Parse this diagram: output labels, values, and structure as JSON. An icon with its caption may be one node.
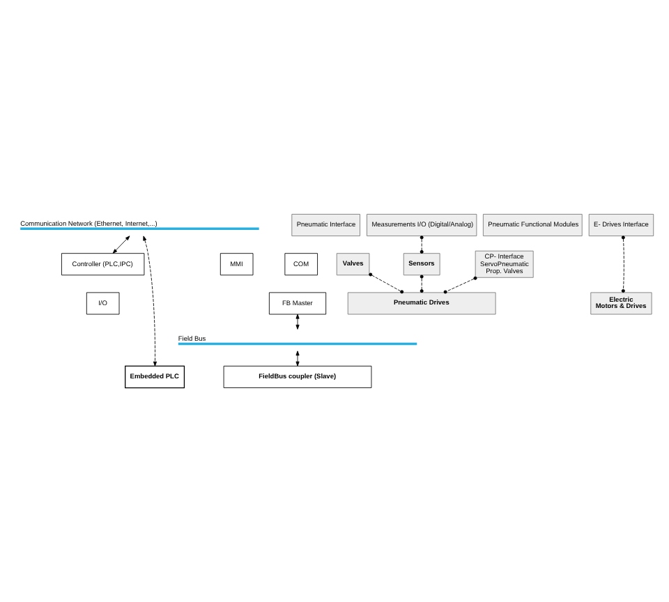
{
  "diagram": {
    "nodes": [
      {
        "text": [
          "Communication Network (Ethernet, Internet,...)"
        ]
      },
      {
        "text": [
          "Controller (PLC,IPC)"
        ]
      },
      {
        "text": [
          "MMI"
        ]
      },
      {
        "text": [
          "COM"
        ]
      },
      {
        "text": [
          "I/O"
        ]
      },
      {
        "text": [
          "FB Master"
        ]
      },
      {
        "text": [
          "Field Bus"
        ]
      },
      {
        "text": [
          "FieldBus coupler (Slave)"
        ]
      },
      {
        "text": [
          "Embedded PLC"
        ]
      },
      {
        "text": [
          "Pneumatic Interface"
        ]
      },
      {
        "text": [
          "Measurements I/O (Digital/Analog)"
        ]
      },
      {
        "text": [
          "Pneumatic Functional Modules"
        ]
      },
      {
        "text": [
          "E- Drives Interface"
        ]
      },
      {
        "text": [
          "Valves"
        ]
      },
      {
        "text": [
          "Sensors"
        ]
      },
      {
        "text": [
          "CP- Interface",
          "ServoPneumatic",
          "Prop. Valves"
        ]
      },
      {
        "text": [
          "Pneumatic Drives"
        ]
      },
      {
        "text": [
          "Electric",
          "Motors & Drives"
        ]
      }
    ],
    "edges": [
      {
        "from": 0,
        "to": 1,
        "arrow": "both"
      },
      {
        "from": 0,
        "to": 8,
        "arrow": "both",
        "style": "dashed"
      },
      {
        "from": 5,
        "to": 6,
        "arrow": "both"
      },
      {
        "from": 6,
        "to": 7,
        "arrow": "both"
      },
      {
        "from": 10,
        "to": 14,
        "arrow": "other",
        "style": "dashed"
      },
      {
        "from": 13,
        "to": 16,
        "arrow": "other",
        "style": "dashed"
      },
      {
        "from": 14,
        "to": 16,
        "arrow": "other",
        "style": "dashed"
      },
      {
        "from": 15,
        "to": 16,
        "arrow": "other",
        "style": "dashed"
      },
      {
        "from": 12,
        "to": 17,
        "arrow": "other",
        "style": "dashed"
      }
    ]
  }
}
